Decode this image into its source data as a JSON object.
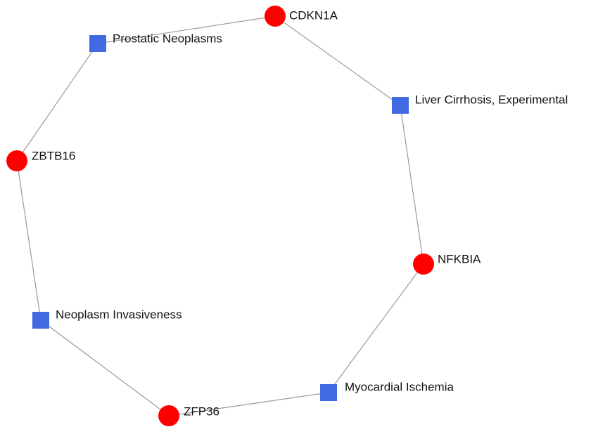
{
  "network": {
    "colors": {
      "gene": "#ff0000",
      "disease": "#4169e1",
      "edge": "#9a9a9a"
    },
    "nodes": [
      {
        "id": "cdkn1a",
        "label": "CDKN1A",
        "type": "gene"
      },
      {
        "id": "liver",
        "label": "Liver Cirrhosis, Experimental",
        "type": "disease"
      },
      {
        "id": "nfkbia",
        "label": "NFKBIA",
        "type": "gene"
      },
      {
        "id": "myocardial",
        "label": "Myocardial Ischemia",
        "type": "disease"
      },
      {
        "id": "zfp36",
        "label": "ZFP36",
        "type": "gene"
      },
      {
        "id": "invasiveness",
        "label": "Neoplasm Invasiveness",
        "type": "disease"
      },
      {
        "id": "zbtb16",
        "label": "ZBTB16",
        "type": "gene"
      },
      {
        "id": "prostatic",
        "label": "Prostatic Neoplasms",
        "type": "disease"
      }
    ],
    "edges": [
      [
        "cdkn1a",
        "liver"
      ],
      [
        "liver",
        "nfkbia"
      ],
      [
        "nfkbia",
        "myocardial"
      ],
      [
        "myocardial",
        "zfp36"
      ],
      [
        "zfp36",
        "invasiveness"
      ],
      [
        "invasiveness",
        "zbtb16"
      ],
      [
        "zbtb16",
        "prostatic"
      ],
      [
        "prostatic",
        "cdkn1a"
      ]
    ]
  }
}
